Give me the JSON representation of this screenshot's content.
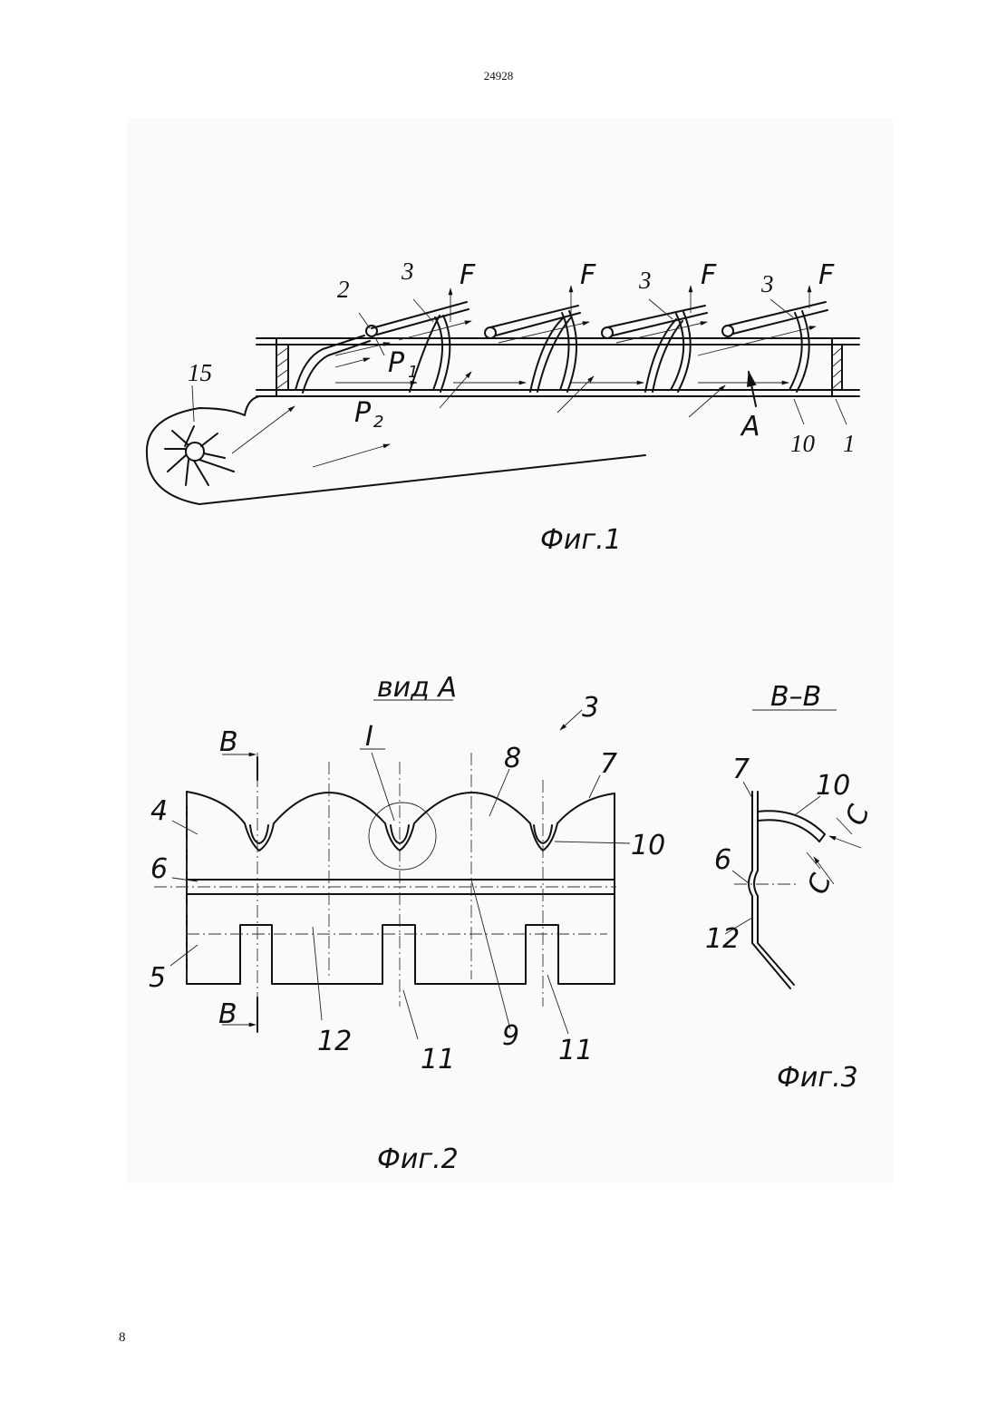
{
  "page": {
    "header_number": "24928",
    "footer_number": "8"
  },
  "fig1": {
    "caption": "Фиг.1",
    "labels": {
      "fan": "15",
      "hinge": "2",
      "flap_a": "3",
      "flap_b": "3",
      "flap_c": "3",
      "force_1": "F",
      "force_2": "F",
      "force_3": "F",
      "force_4": "F",
      "pressure_1": "P",
      "pressure_1_sub": "1",
      "pressure_2": "P",
      "pressure_2_sub": "2",
      "view_arrow": "A",
      "wall_edge": "10",
      "frame": "1"
    }
  },
  "fig2": {
    "caption": "Фиг.2",
    "view_title": "вид А",
    "labels": {
      "part": "3",
      "section_top": "В",
      "section_bottom": "В",
      "detail": "I",
      "part_8": "8",
      "part_7": "7",
      "part_4": "4",
      "part_10": "10",
      "part_6": "6",
      "part_5": "5",
      "part_12": "12",
      "part_11a": "11",
      "part_9": "9",
      "part_11b": "11"
    }
  },
  "fig3": {
    "caption": "Фиг.3",
    "view_title": "В–В",
    "labels": {
      "part_7": "7",
      "part_10": "10",
      "part_6": "6",
      "part_12": "12",
      "cut_1": "С",
      "cut_2": "С"
    }
  }
}
